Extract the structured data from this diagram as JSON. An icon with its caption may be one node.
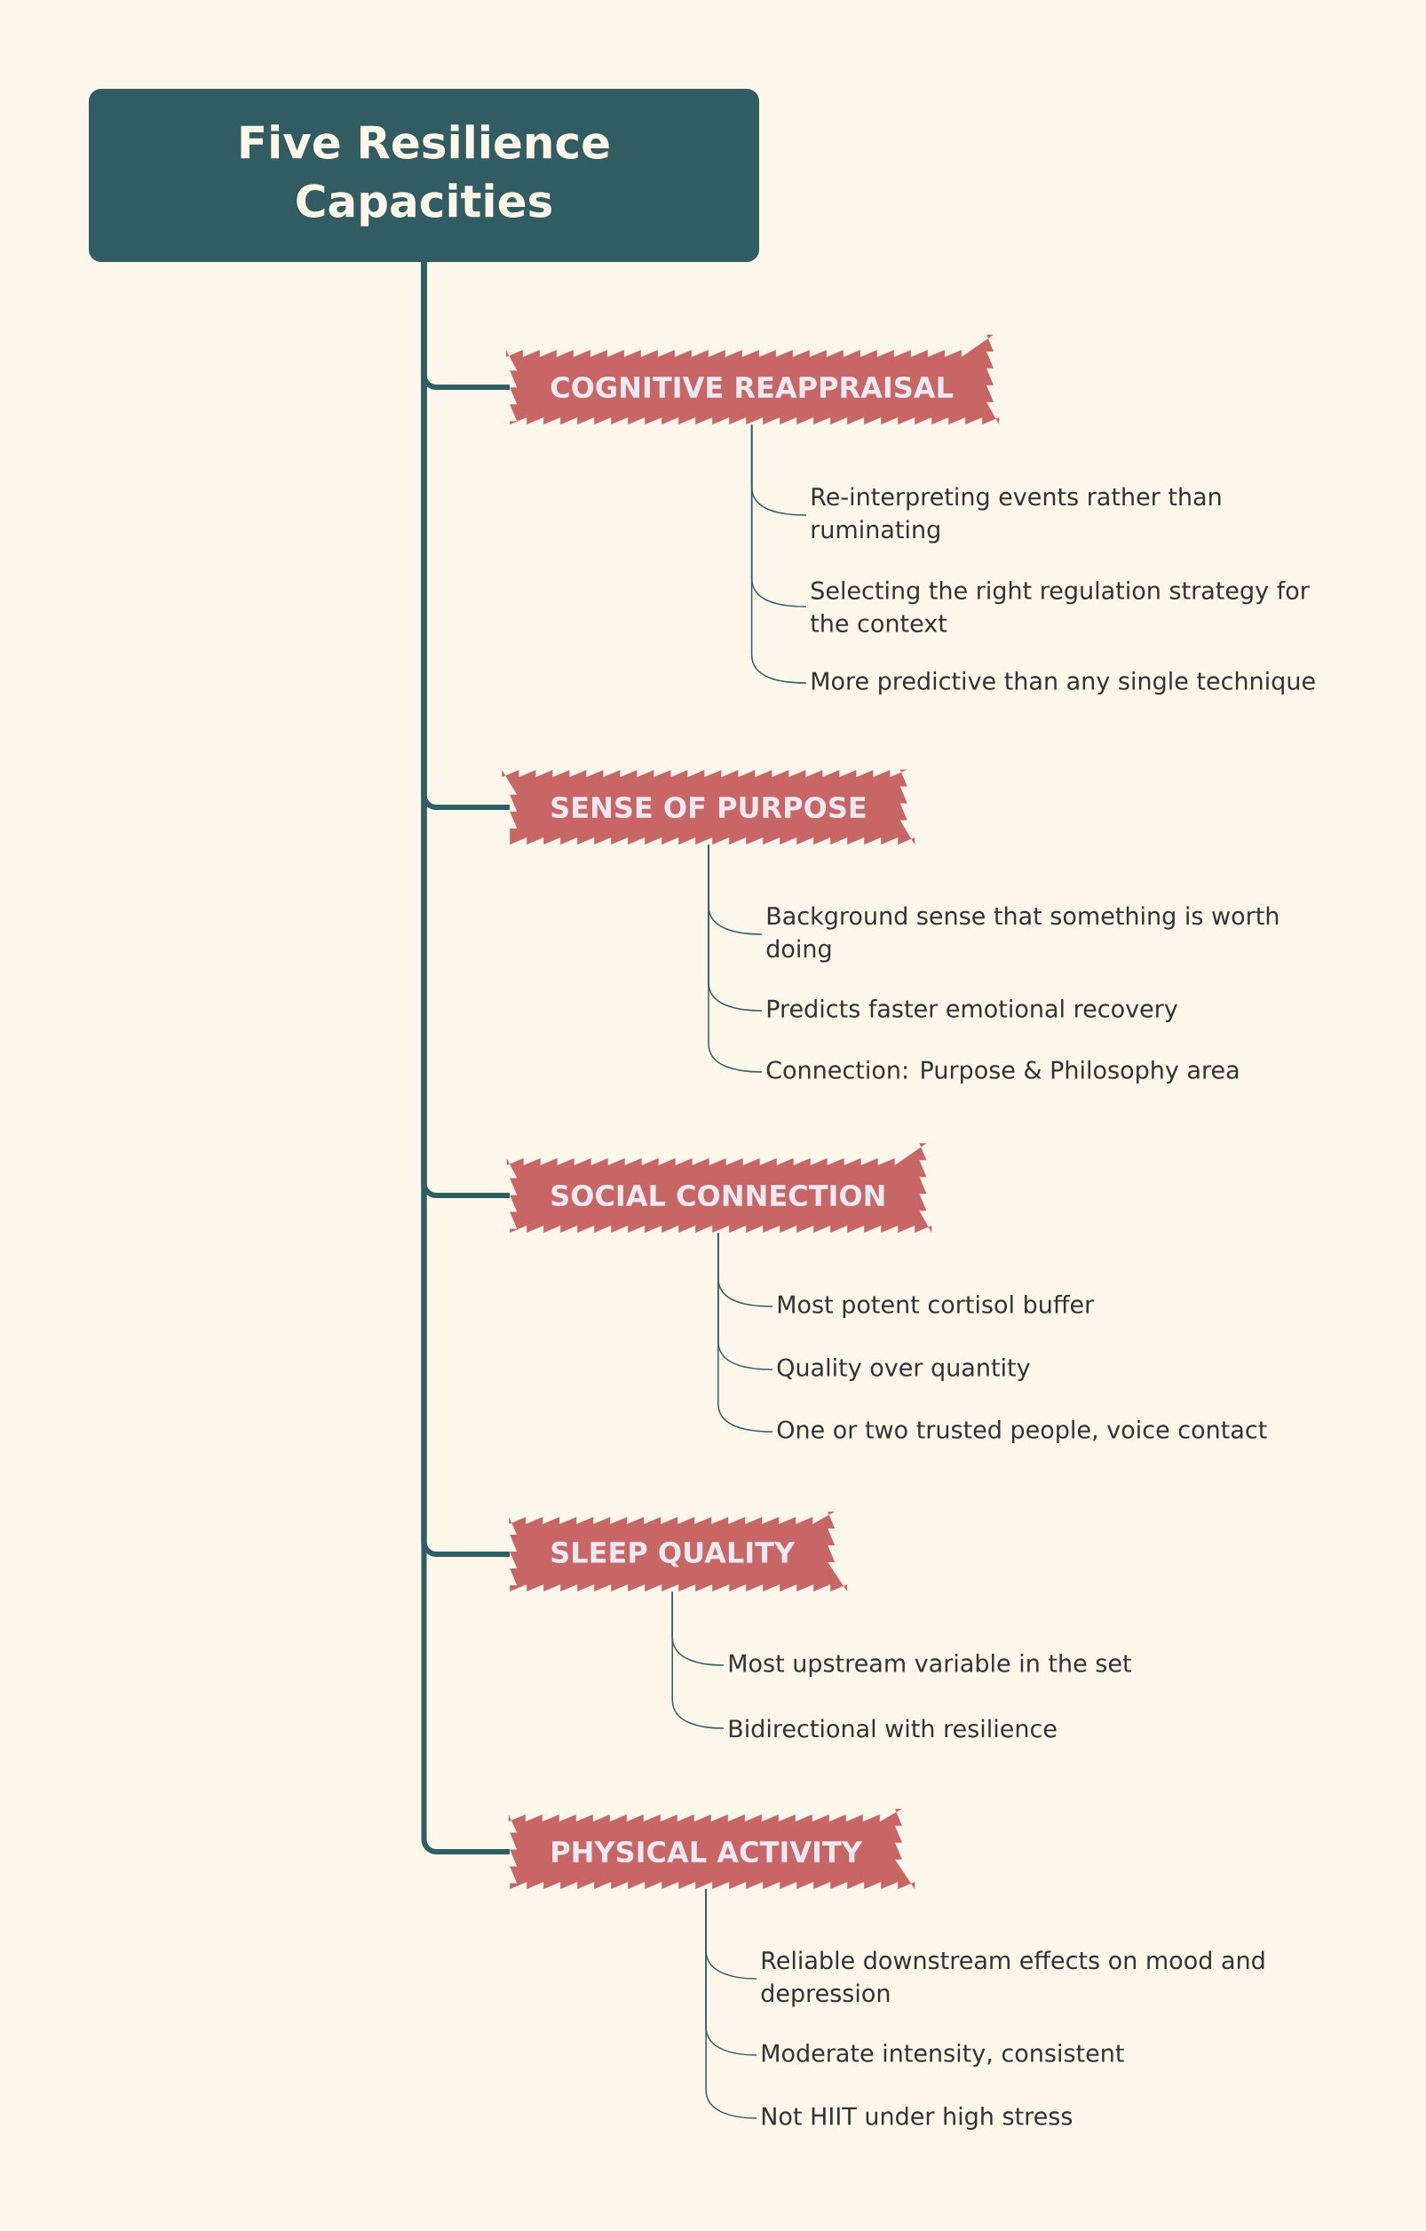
{
  "diagram": {
    "nodes": [
      {
        "text": [
          "Five Resilience Capacities"
        ]
      },
      {
        "text": [
          "COGNITIVE REAPPRAISAL"
        ]
      },
      {
        "text": [
          "Re-interpreting events rather than ruminating"
        ]
      },
      {
        "text": [
          "Selecting the right regulation strategy for the context"
        ]
      },
      {
        "text": [
          "More predictive than any single technique"
        ]
      },
      {
        "text": [
          "SENSE OF PURPOSE"
        ]
      },
      {
        "text": [
          "Background sense that something is worth doing"
        ]
      },
      {
        "text": [
          "Predicts faster emotional recovery"
        ]
      },
      {
        "text": [
          "Connection: Purpose & Philosophy area"
        ]
      },
      {
        "text": [
          "SOCIAL CONNECTION"
        ]
      },
      {
        "text": [
          "Most potent cortisol buffer"
        ]
      },
      {
        "text": [
          "Quality over quantity"
        ]
      },
      {
        "text": [
          "One or two trusted people, voice contact"
        ]
      },
      {
        "text": [
          "SLEEP QUALITY"
        ]
      },
      {
        "text": [
          "Most upstream variable in the set"
        ]
      },
      {
        "text": [
          "Bidirectional with resilience"
        ]
      },
      {
        "text": [
          "PHYSICAL ACTIVITY"
        ]
      },
      {
        "text": [
          "Reliable downstream effects on mood and depression"
        ]
      },
      {
        "text": [
          "Moderate intensity, consistent"
        ]
      },
      {
        "text": [
          "Not HIIT under high stress"
        ]
      }
    ],
    "edges": [
      {
        "from": 0,
        "to": 1,
        "arrow": "none",
        "style": "thick"
      },
      {
        "from": 1,
        "to": 2,
        "arrow": "none"
      },
      {
        "from": 1,
        "to": 3,
        "arrow": "none"
      },
      {
        "from": 1,
        "to": 4,
        "arrow": "none"
      },
      {
        "from": 0,
        "to": 5,
        "arrow": "none",
        "style": "thick"
      },
      {
        "from": 5,
        "to": 6,
        "arrow": "none"
      },
      {
        "from": 5,
        "to": 7,
        "arrow": "none"
      },
      {
        "from": 5,
        "to": 8,
        "arrow": "none"
      },
      {
        "from": 0,
        "to": 9,
        "arrow": "none",
        "style": "thick"
      },
      {
        "from": 9,
        "to": 10,
        "arrow": "none"
      },
      {
        "from": 9,
        "to": 11,
        "arrow": "none"
      },
      {
        "from": 9,
        "to": 12,
        "arrow": "none"
      },
      {
        "from": 0,
        "to": 13,
        "arrow": "none",
        "style": "thick"
      },
      {
        "from": 13,
        "to": 14,
        "arrow": "none"
      },
      {
        "from": 13,
        "to": 15,
        "arrow": "none"
      },
      {
        "from": 0,
        "to": 16,
        "arrow": "none",
        "style": "thick"
      },
      {
        "from": 16,
        "to": 17,
        "arrow": "none"
      },
      {
        "from": 16,
        "to": 18,
        "arrow": "none"
      },
      {
        "from": 16,
        "to": 19,
        "arrow": "none"
      }
    ]
  }
}
